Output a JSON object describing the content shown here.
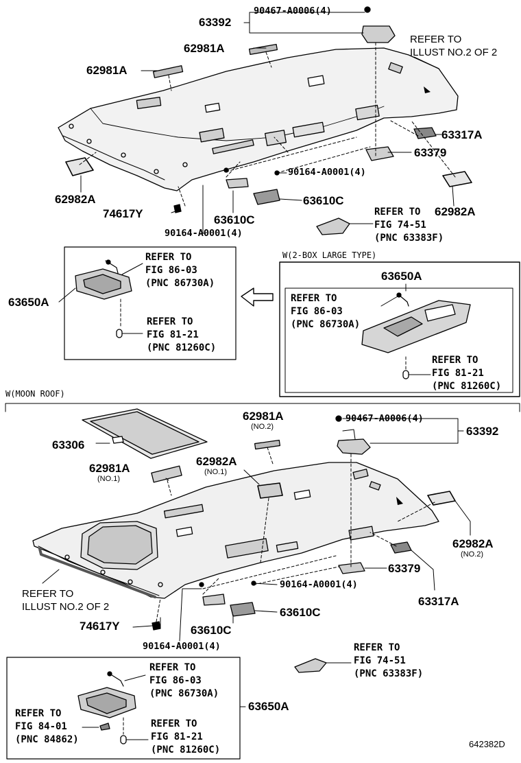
{
  "top": {
    "p63392": "63392",
    "p90467": "90467-A0006(4)",
    "refer_illust": "REFER TO\nILLUST NO.2 OF 2",
    "p62981A_a": "62981A",
    "p62981A_b": "62981A",
    "p63317A": "63317A",
    "p63379": "63379",
    "p90164_a": "90164-A0001(4)",
    "p62982A_l": "62982A",
    "p63610C_a": "63610C",
    "p74617Y": "74617Y",
    "p63610C_b": "63610C",
    "p62982A_r": "62982A",
    "p90164_b": "90164-A0001(4)",
    "refer_74": "REFER TO\nFIG 74-51\n(PNC 63383F)"
  },
  "left_box": {
    "label": "63650A",
    "ref1": "REFER TO\nFIG 86-03\n(PNC 86730A)",
    "ref2": "REFER TO\nFIG 81-21\n(PNC 81260C)"
  },
  "right_box": {
    "caption": "W(2-BOX LARGE TYPE)",
    "label": "63650A",
    "ref1": "REFER TO\nFIG 86-03\n(PNC 86730A)",
    "ref2": "REFER TO\nFIG 81-21\n(PNC 81260C)"
  },
  "moon": {
    "caption": "W(MOON ROOF)",
    "p63306": "63306",
    "p62981A_n2": "62981A",
    "n2": "(NO.2)",
    "p90467": "90467-A0006(4)",
    "p63392": "63392",
    "p62981A_n1": "62981A",
    "n1a": "(NO.1)",
    "p62982A_n1": "62982A",
    "n1b": "(NO.1)",
    "p62982A_n2": "62982A",
    "n2b": "(NO.2)",
    "p63379": "63379",
    "p90164_a": "90164-A0001(4)",
    "p63317A": "63317A",
    "refer_illust": "REFER TO\nILLUST NO.2 OF 2",
    "p63610C_b": "63610C",
    "p74617Y": "74617Y",
    "p63610C_a": "63610C",
    "p90164_b": "90164-A0001(4)",
    "refer_74": "REFER TO\nFIG 74-51\n(PNC 63383F)"
  },
  "bottom_box": {
    "ref1": "REFER TO\nFIG 86-03\n(PNC 86730A)",
    "label": "63650A",
    "ref_84": "REFER TO\nFIG 84-01\n(PNC 84862)",
    "ref2": "REFER TO\nFIG 81-21\n(PNC 81260C)"
  },
  "code": "642382D"
}
